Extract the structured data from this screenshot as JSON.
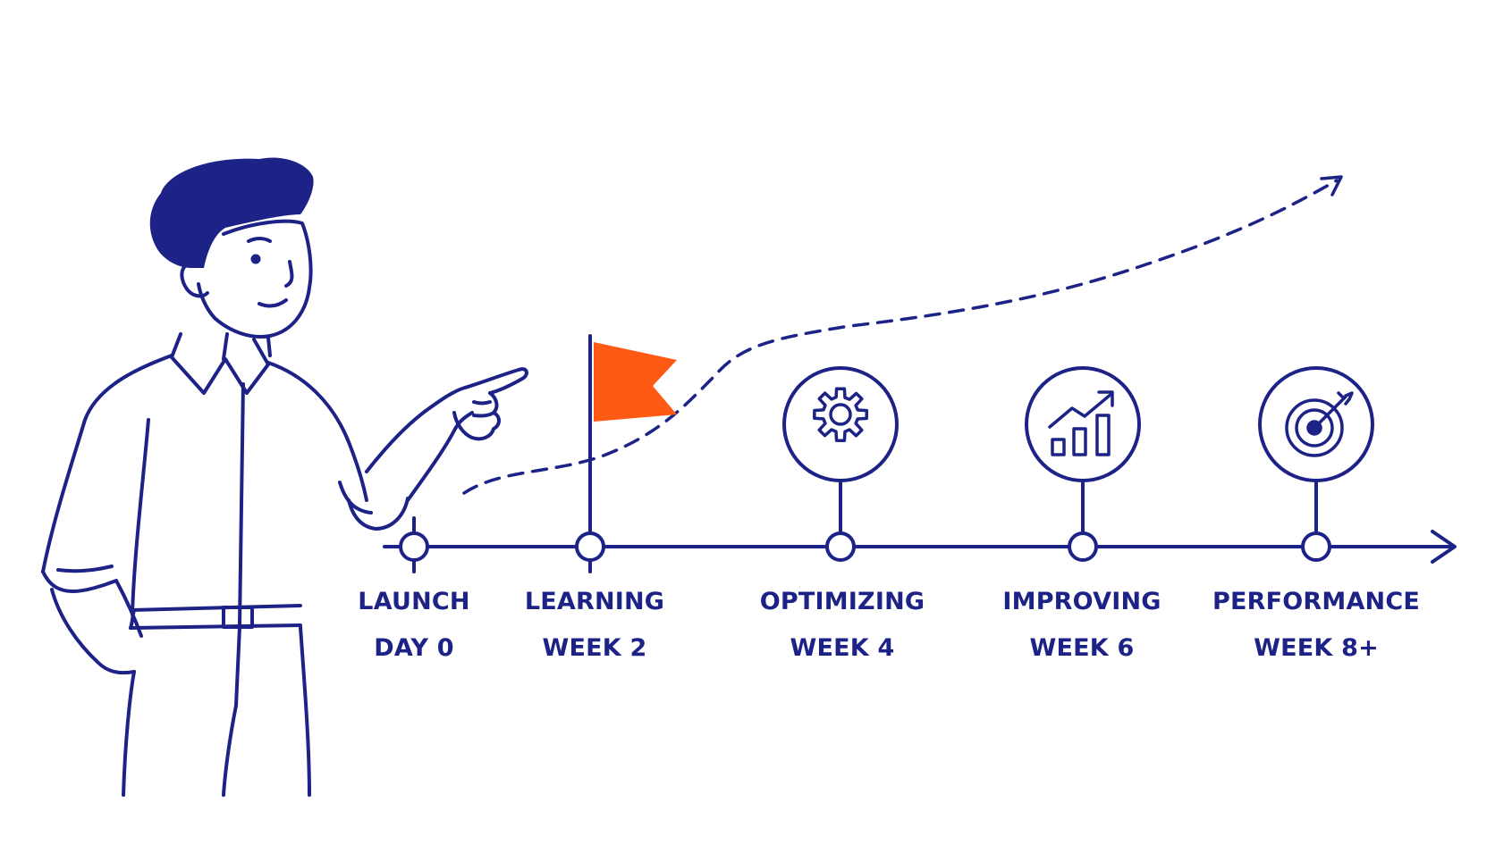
{
  "colors": {
    "ink": "#1d2287",
    "flag": "#ff5a14",
    "background": "#ffffff"
  },
  "milestones": [
    {
      "stage": "LAUNCH",
      "time": "DAY 0",
      "marker": "crosshair-node",
      "icon": "none"
    },
    {
      "stage": "LEARNING",
      "time": "WEEK 2",
      "marker": "flag",
      "icon": "flag-icon"
    },
    {
      "stage": "OPTIMIZING",
      "time": "WEEK 4",
      "marker": "circle-badge",
      "icon": "gear-icon"
    },
    {
      "stage": "IMPROVING",
      "time": "WEEK 6",
      "marker": "circle-badge",
      "icon": "bar-chart-trend-icon"
    },
    {
      "stage": "PERFORMANCE",
      "time": "WEEK 8+",
      "marker": "circle-badge",
      "icon": "target-arrow-icon"
    }
  ],
  "illustration": {
    "figure": "man-pointing",
    "trend": "dashed-rising-arrow"
  }
}
